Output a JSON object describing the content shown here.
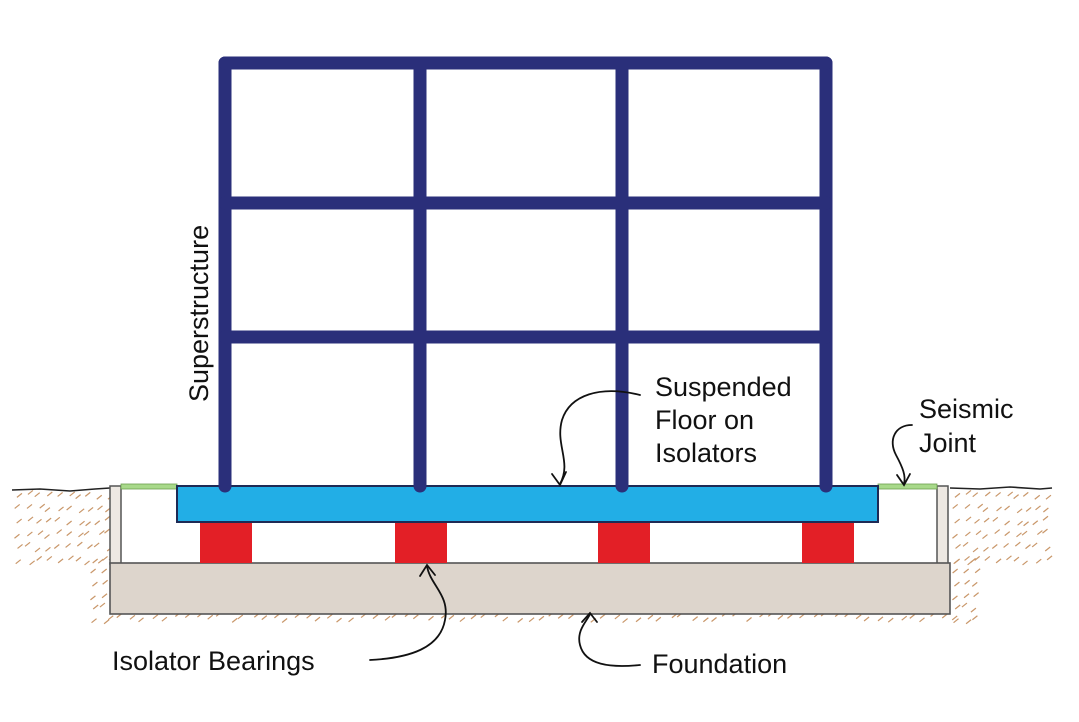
{
  "labels": {
    "superstructure": "Superstructure",
    "suspended_floor": [
      "Suspended",
      "Floor on",
      "Isolators"
    ],
    "seismic_joint": [
      "Seismic",
      "Joint"
    ],
    "isolator_bearings": "Isolator Bearings",
    "foundation": "Foundation"
  },
  "colors": {
    "frame": "#2a2f7a",
    "suspended_floor": "#22aee6",
    "floor_outline": "#1e2a55",
    "bearing": "#e31f26",
    "foundation": "#ddd5cc",
    "foundation_outline": "#555555",
    "retaining_wall": "#ede8e2",
    "seismic_joint": "#a8d98a",
    "soil": "#c9976a",
    "text": "#111111"
  }
}
